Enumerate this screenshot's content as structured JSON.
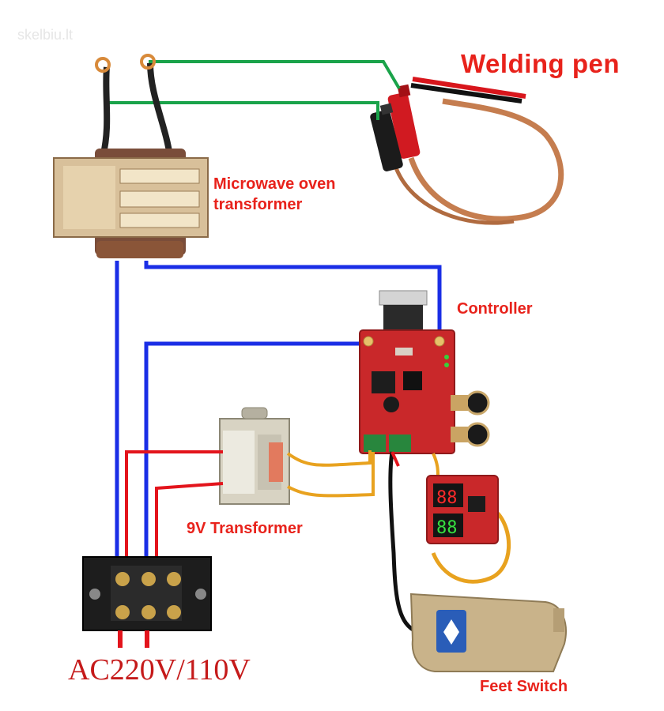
{
  "labels": {
    "watermark": "skelbiu.lt",
    "welding_pen": "Welding pen",
    "mot_line1": "Microwave oven",
    "mot_line2": "transformer",
    "controller": "Controller",
    "transformer_9v": "9V Transformer",
    "feet_switch": "Feet Switch",
    "power": "AC220V/110V"
  },
  "colors": {
    "label_red": "#e8221b",
    "wire_green": "#1aa34a",
    "wire_blue": "#1a2ee6",
    "wire_red": "#e3141c",
    "wire_orange": "#e8a21f",
    "wire_black": "#111111",
    "pcb_red": "#c9282a"
  }
}
